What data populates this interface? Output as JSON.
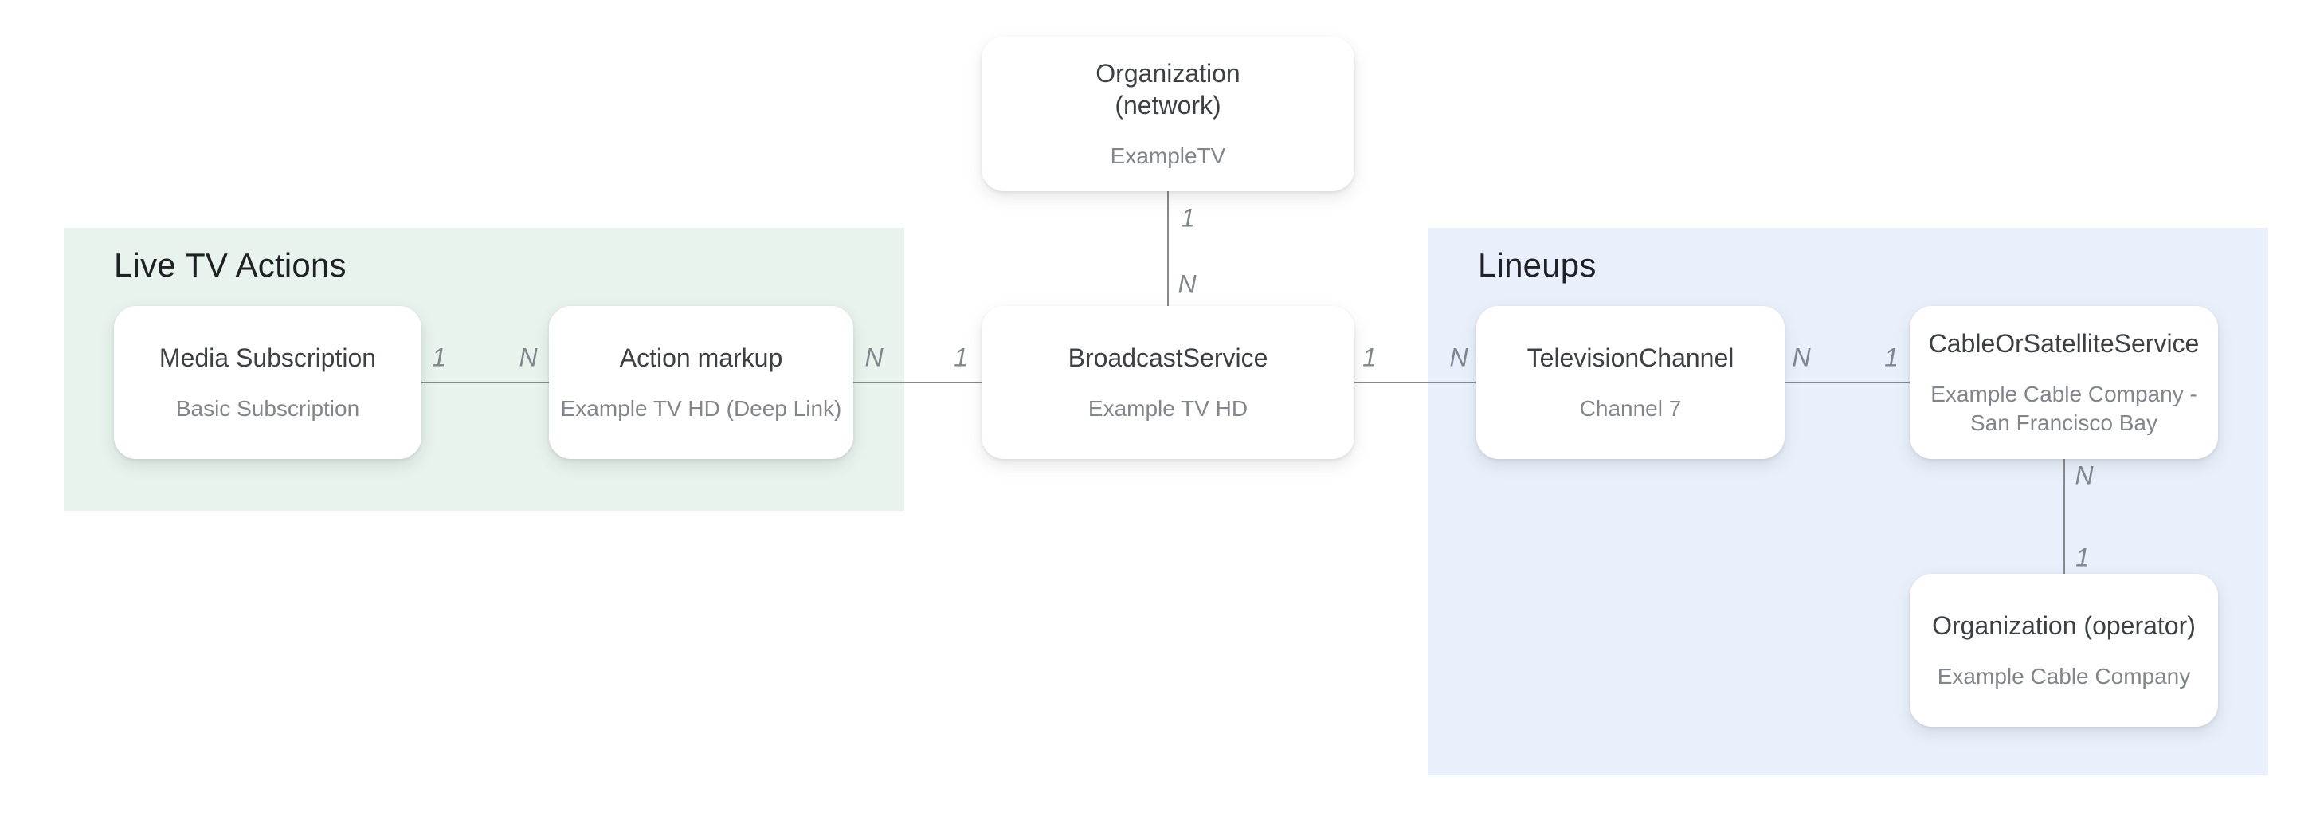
{
  "diagram": {
    "regions": {
      "live_tv_actions": {
        "title": "Live TV Actions",
        "bg_color": "#E7F3EC"
      },
      "lineups": {
        "title": "Lineups",
        "bg_color": "#E9F0FB"
      }
    },
    "nodes": {
      "organization_network": {
        "title_lines": [
          "Organization",
          "(network)"
        ],
        "subtitle_lines": [
          "ExampleTV"
        ]
      },
      "media_subscription": {
        "title_lines": [
          "Media Subscription"
        ],
        "subtitle_lines": [
          "Basic Subscription"
        ]
      },
      "action_markup": {
        "title_lines": [
          "Action markup"
        ],
        "subtitle_lines": [
          "Example TV HD (Deep Link)"
        ]
      },
      "broadcast_service": {
        "title_lines": [
          "BroadcastService"
        ],
        "subtitle_lines": [
          "Example TV HD"
        ]
      },
      "television_channel": {
        "title_lines": [
          "TelevisionChannel"
        ],
        "subtitle_lines": [
          "Channel 7"
        ]
      },
      "cable_or_satellite_service": {
        "title_lines": [
          "CableOrSatelliteService"
        ],
        "subtitle_lines": [
          "Example Cable Company -",
          "San Francisco Bay"
        ]
      },
      "organization_operator": {
        "title_lines": [
          "Organization (operator)"
        ],
        "subtitle_lines": [
          "Example Cable Company"
        ]
      }
    },
    "edges": {
      "network_to_broadcast": {
        "top_label": "1",
        "bottom_label": "N"
      },
      "mediasub_to_action": {
        "left_label": "1",
        "right_label": "N"
      },
      "action_to_broadcast": {
        "left_label": "N",
        "right_label": "1"
      },
      "broadcast_to_channel": {
        "left_label": "1",
        "right_label": "N"
      },
      "channel_to_cable": {
        "left_label": "N",
        "right_label": "1"
      },
      "cable_to_operator": {
        "top_label": "N",
        "bottom_label": "1"
      }
    },
    "colors": {
      "node_title": "#3C4043",
      "node_subtitle": "#80868B",
      "region_title": "#202124",
      "connector_line": "#85898E",
      "cardinality_label": "#80868B",
      "live_tv_region_bg": "#E7F3EC",
      "lineups_region_bg": "#E9F0FB",
      "node_bg": "#FFFFFF"
    }
  }
}
